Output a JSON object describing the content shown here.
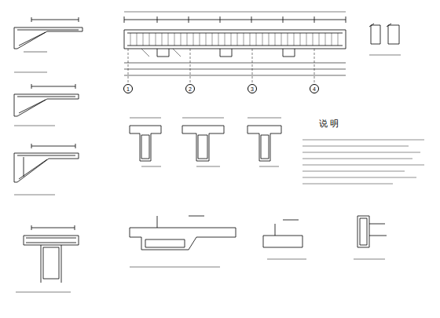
{
  "diagram": {
    "nodes": [
      {
        "text": [
          "1"
        ]
      },
      {
        "text": [
          "2"
        ]
      },
      {
        "text": [
          "3"
        ]
      },
      {
        "text": [
          "4"
        ]
      }
    ],
    "labels": [
      "说 明"
    ]
  }
}
